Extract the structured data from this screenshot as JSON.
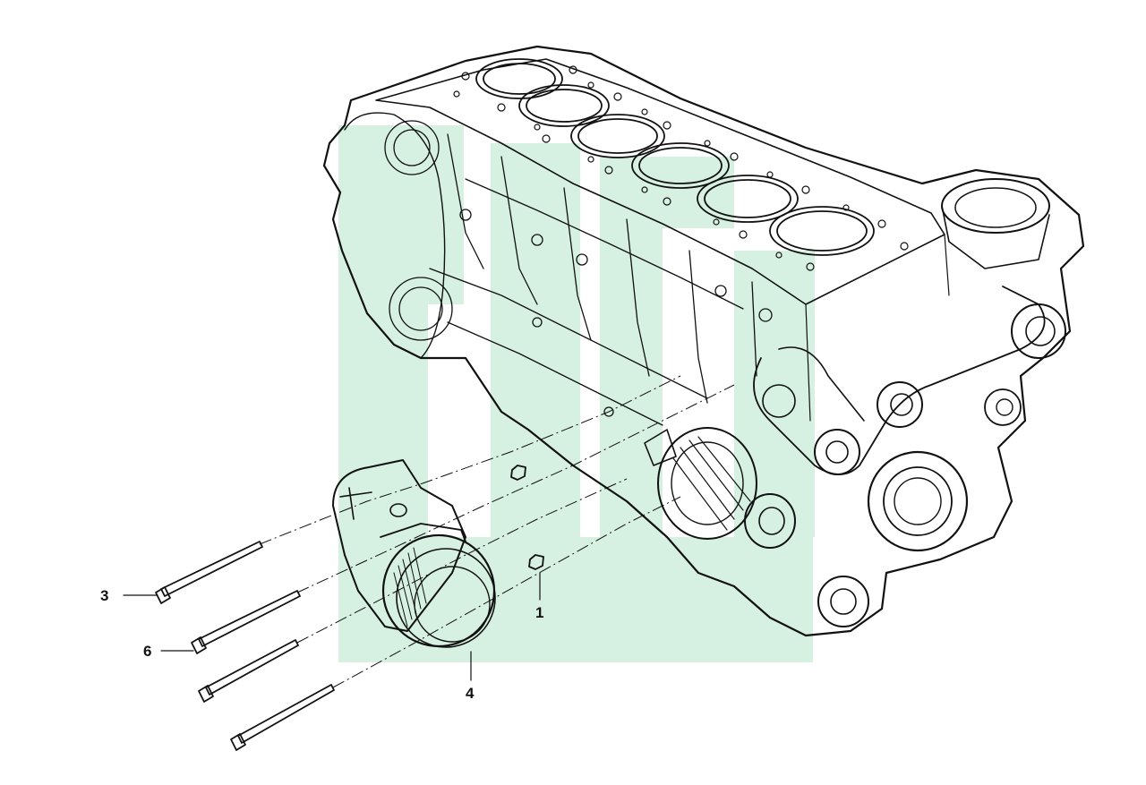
{
  "diagram": {
    "watermark_color": "#d6f0e1",
    "ink_color": "#111111",
    "callouts": [
      {
        "id": "callout-1",
        "label": "1"
      },
      {
        "id": "callout-3",
        "label": "3"
      },
      {
        "id": "callout-4",
        "label": "4"
      },
      {
        "id": "callout-6",
        "label": "6"
      }
    ]
  }
}
